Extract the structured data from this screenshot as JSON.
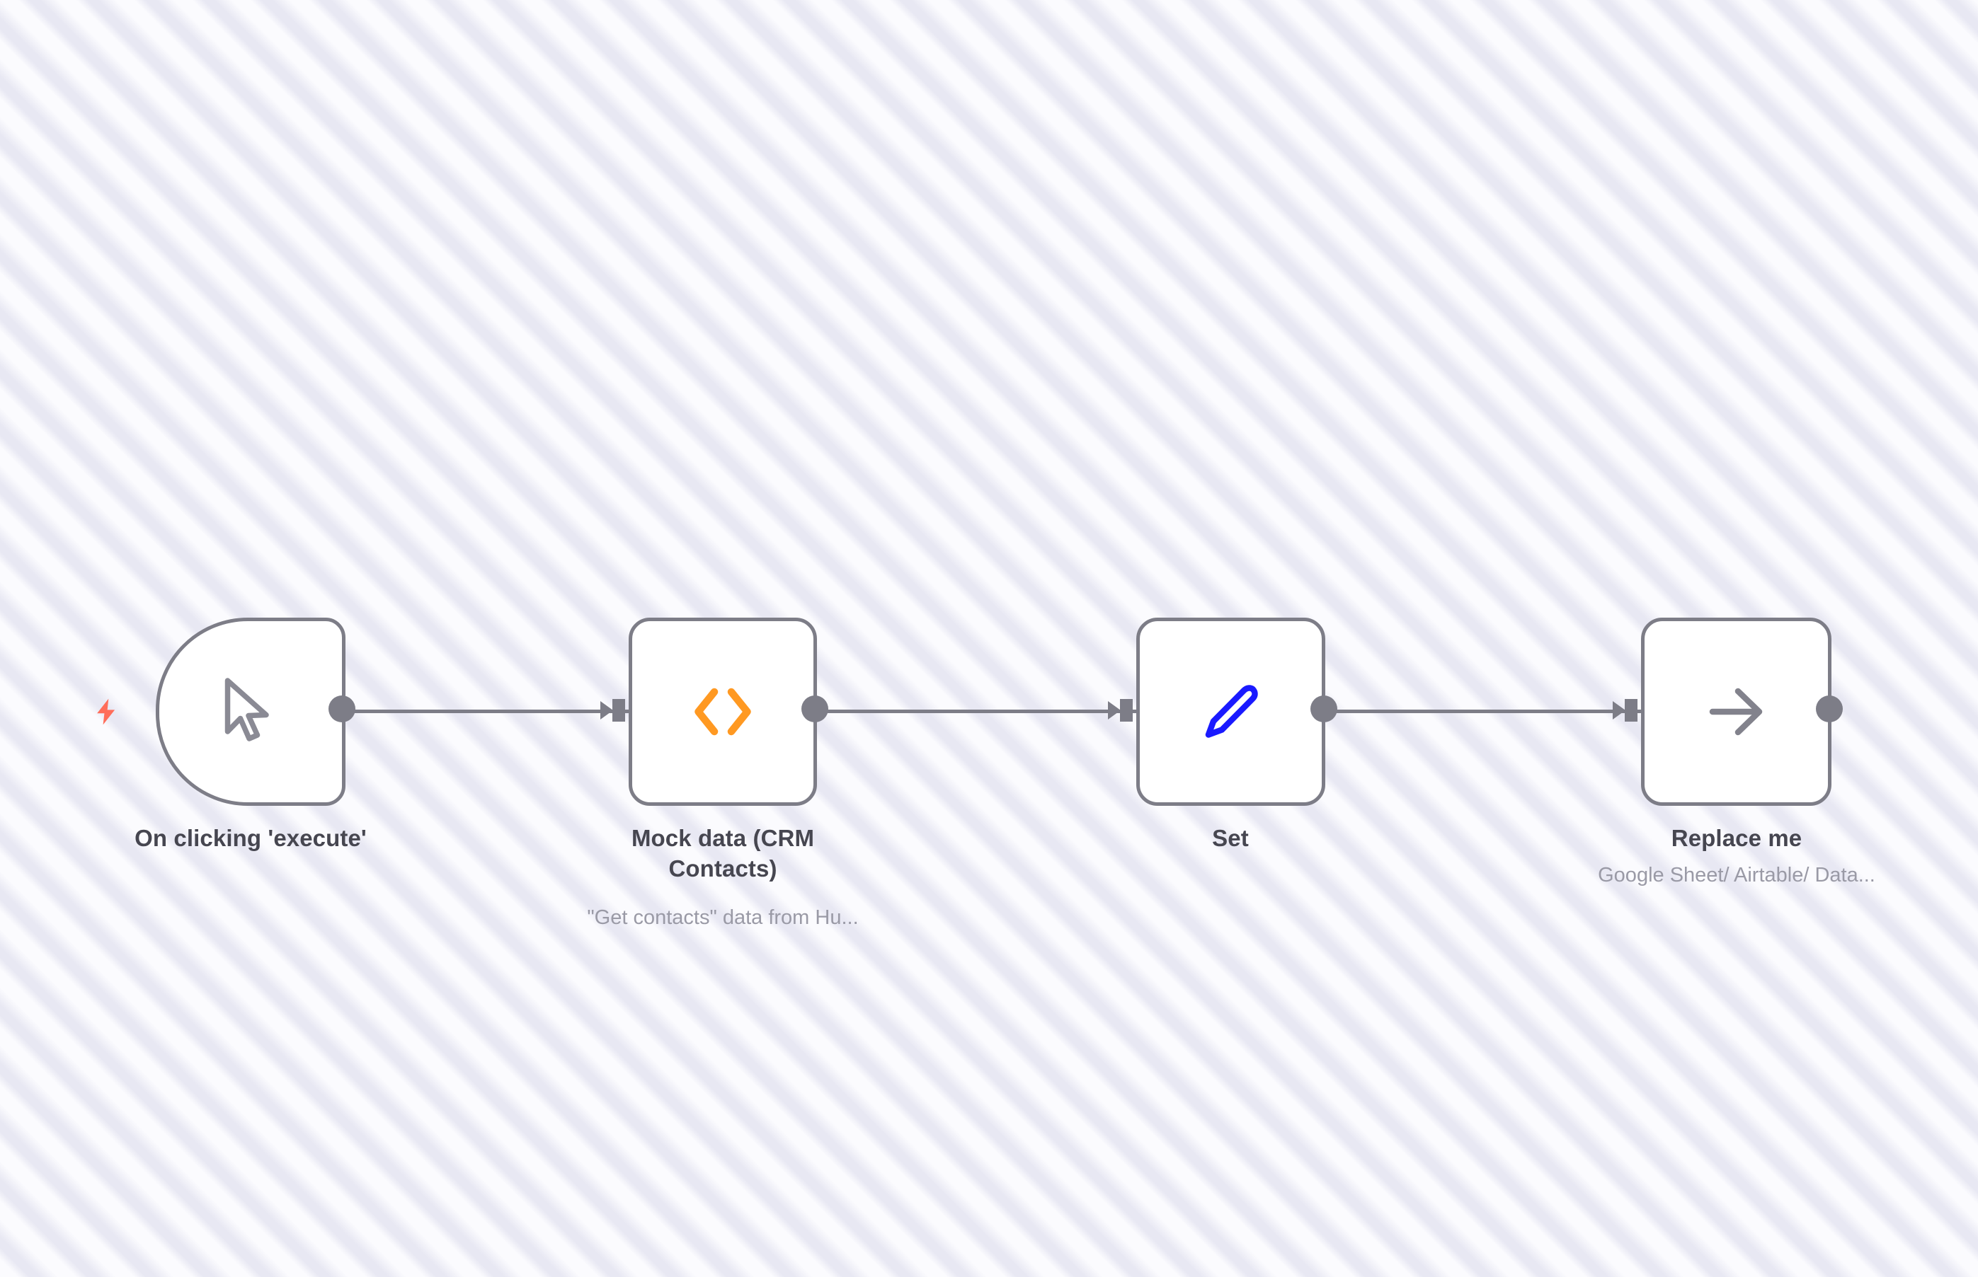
{
  "canvas": {
    "background_color": "#fafbfe",
    "stripe_color": "#e8e8f3",
    "node_border_color": "#7d7d87",
    "connector_color": "#7d7d87",
    "title_color": "#464650",
    "subtitle_color": "#9a9aa6"
  },
  "workflow": {
    "trigger_badge": {
      "icon": "lightning-bolt-icon",
      "color": "#ff6d5a"
    },
    "nodes": [
      {
        "id": "manual-trigger",
        "title": "On clicking 'execute'",
        "subtitle": "",
        "icon": "mouse-pointer-icon",
        "icon_color": "#7d7d87",
        "shape": "trigger",
        "has_input": false,
        "has_output": true
      },
      {
        "id": "mock-data-code",
        "title": "Mock data (CRM Contacts)",
        "subtitle": "\"Get contacts\" data from Hu...",
        "icon": "code-brackets-icon",
        "icon_color": "#ff9922",
        "shape": "square",
        "has_input": true,
        "has_output": true
      },
      {
        "id": "set",
        "title": "Set",
        "subtitle": "",
        "icon": "pen-icon",
        "icon_color": "#1a1aff",
        "shape": "square",
        "has_input": true,
        "has_output": true
      },
      {
        "id": "replace-me",
        "title": "Replace me",
        "subtitle": "Google Sheet/ Airtable/ Data...",
        "icon": "arrow-right-icon",
        "icon_color": "#82828c",
        "shape": "square",
        "has_input": true,
        "has_output": true
      }
    ],
    "connections": [
      {
        "from": "manual-trigger",
        "to": "mock-data-code"
      },
      {
        "from": "mock-data-code",
        "to": "set"
      },
      {
        "from": "set",
        "to": "replace-me"
      }
    ]
  }
}
